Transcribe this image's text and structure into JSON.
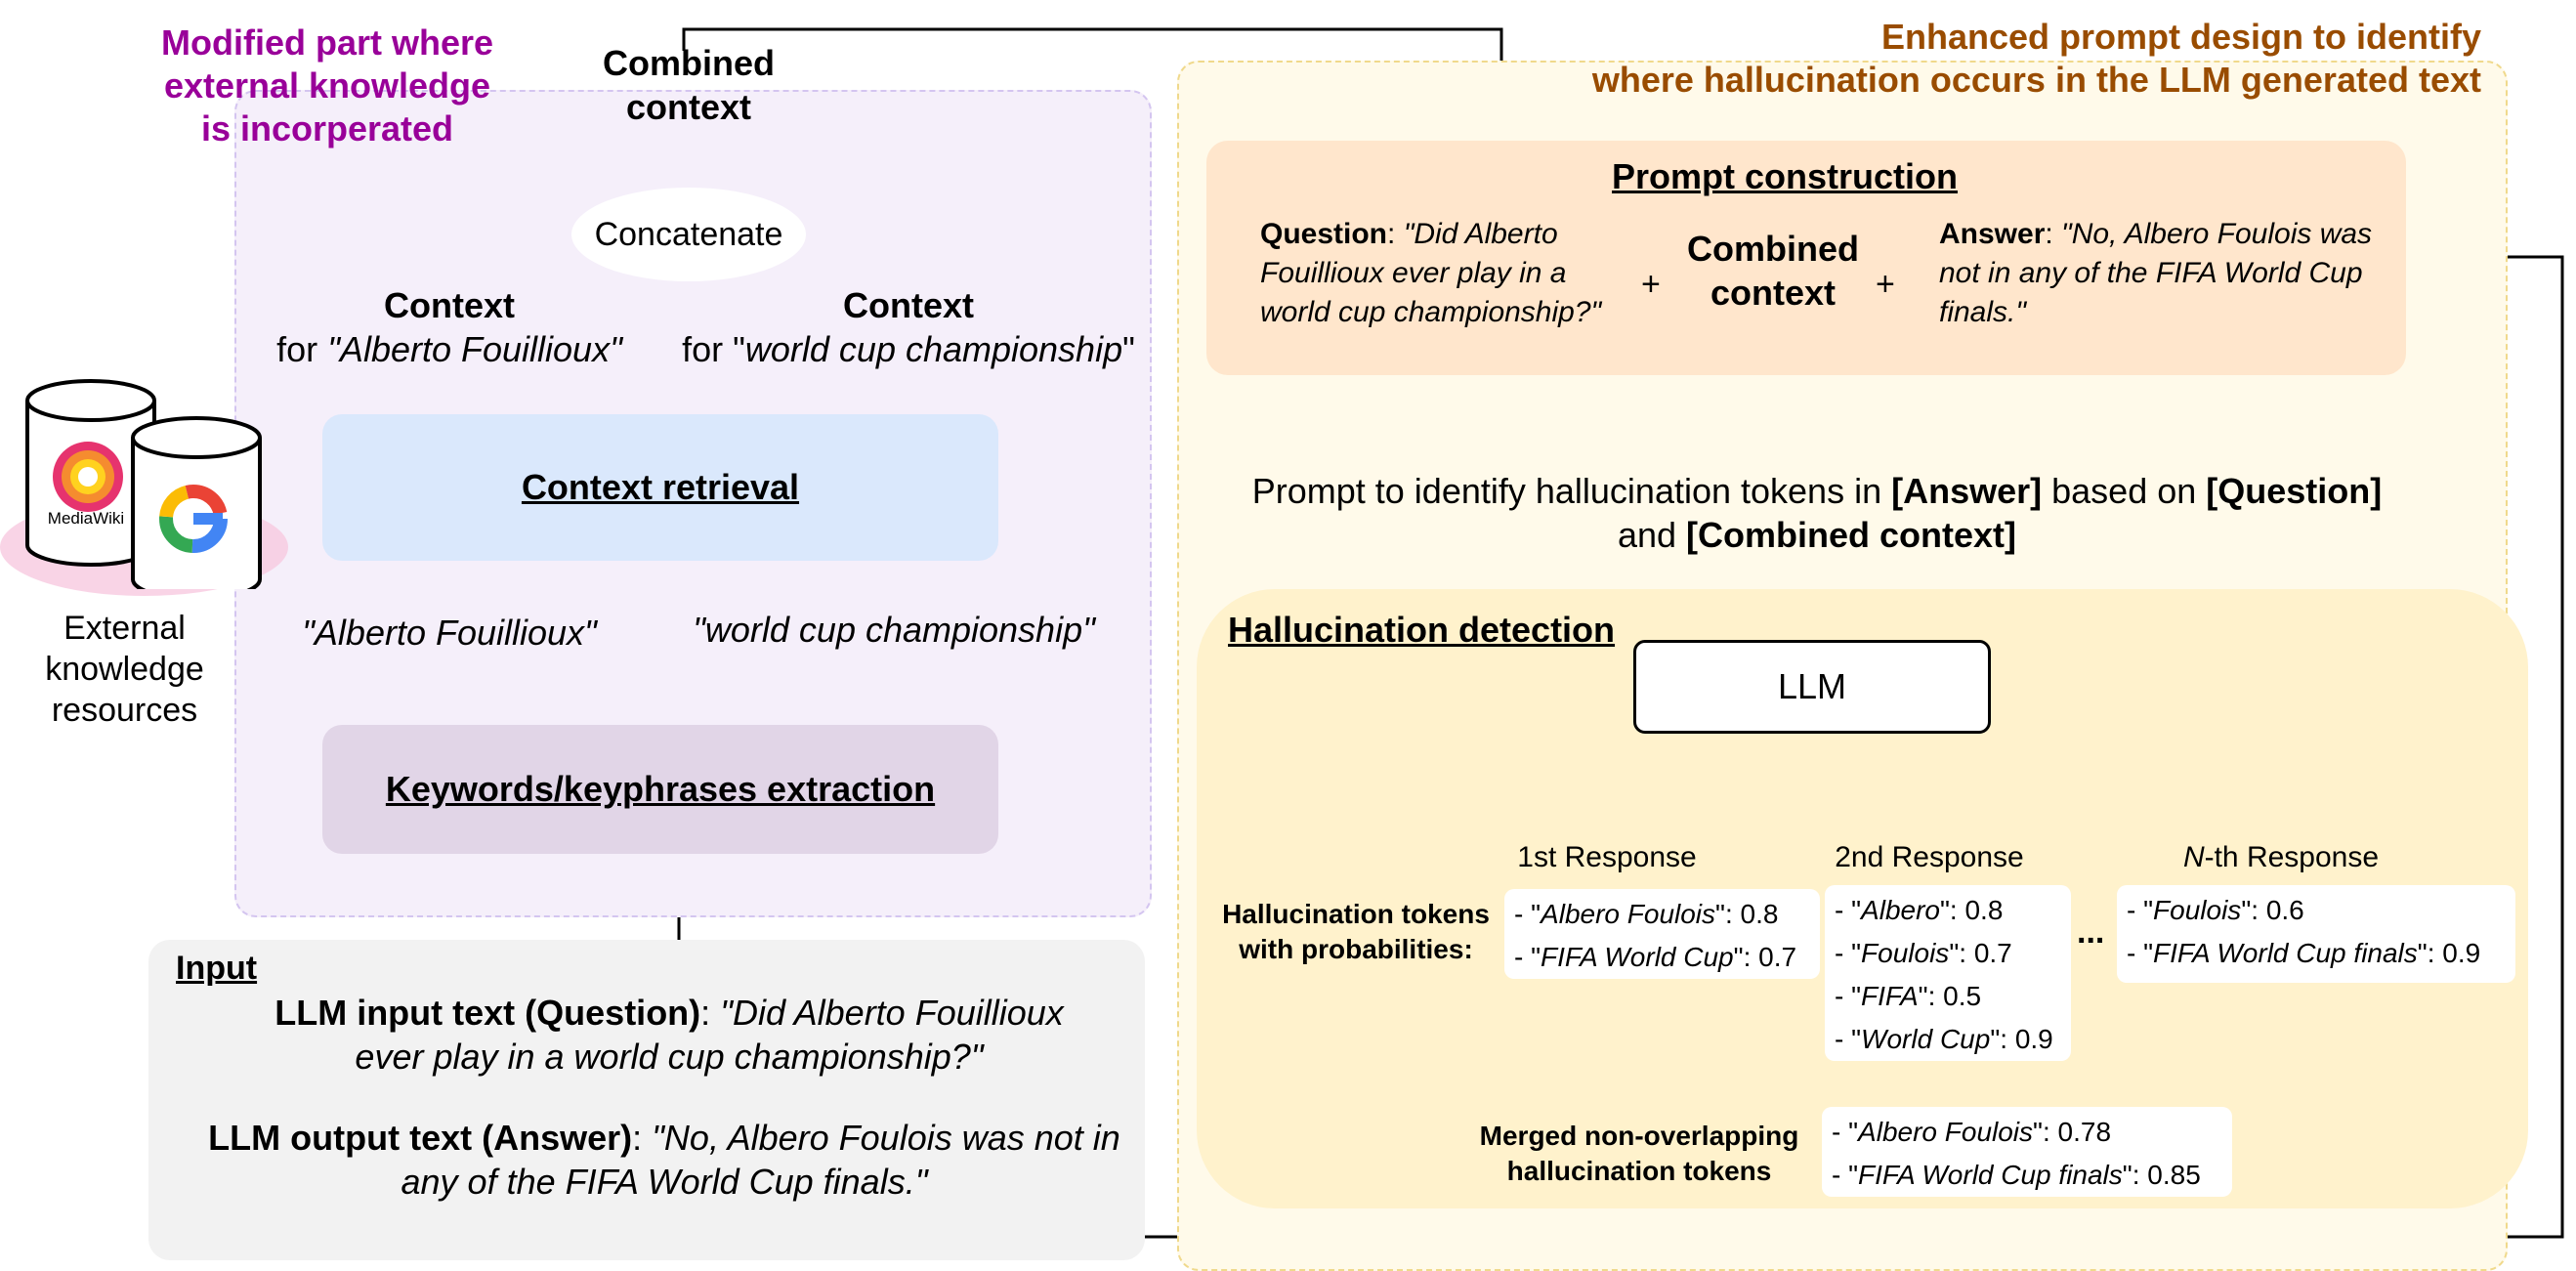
{
  "left_title": "Modified part where external knowledge is incorperated",
  "right_title_line1": "Enhanced prompt design to identify",
  "right_title_line2": "where hallucination occurs in the LLM generated text",
  "combined_context": "Combined context",
  "concatenate": "Concatenate",
  "context_label": "Context",
  "ctx1_for": "for ",
  "ctx1_term": "\"Alberto Fouillioux\"",
  "ctx2_for": "for \"",
  "ctx2_term": "world cup championship",
  "ctx2_close": "\"",
  "context_retrieval": "Context retrieval",
  "kw1": "\"Alberto Fouillioux\"",
  "kw2": "\"world cup championship\"",
  "keywords_extraction": "Keywords/keyphrases extraction",
  "external_resources": "External knowledge resources",
  "mediawiki_label": "MediaWiki",
  "google_letter": "G",
  "input": {
    "heading": "Input",
    "question_label": "LLM input text (Question)",
    "question_text": "\"Did Alberto Fouillioux ever play in a world cup championship?\"",
    "answer_label": "LLM output text (Answer)",
    "answer_text": "\"No, Albero Foulois was not in any of the FIFA World Cup finals.\""
  },
  "prompt_construction": {
    "heading": "Prompt construction",
    "question_label": "Question",
    "question_text": "\"Did Alberto Fouillioux ever play in a world cup championship?\"",
    "plus": "+",
    "combined": "Combined context",
    "answer_label": "Answer",
    "answer_text": "\"No, Albero Foulois was not in any of the FIFA World Cup finals.\""
  },
  "prompt_identify": {
    "p1": "Prompt to identify hallucination tokens in ",
    "b1": "[Answer]",
    "p2": " based on ",
    "b2": "[Question]",
    "p3": "and ",
    "b3": "[Combined context]"
  },
  "detection": {
    "heading": "Hallucination detection",
    "llm": "LLM",
    "tokens_label": "Hallucination tokens with probabilities:",
    "ellipsis": "...",
    "merged_label": "Merged non-overlapping hallucination tokens",
    "responses": [
      {
        "title_prefix": "",
        "title_em": "",
        "title": "1st Response",
        "tokens": [
          {
            "term": "Albero Foulois",
            "prob": "0.8"
          },
          {
            "term": "FIFA World Cup",
            "prob": "0.7"
          }
        ]
      },
      {
        "title_prefix": "",
        "title_em": "",
        "title": "2nd Response",
        "tokens": [
          {
            "term": "Albero",
            "prob": "0.8"
          },
          {
            "term": "Foulois",
            "prob": "0.7"
          },
          {
            "term": "FIFA",
            "prob": "0.5"
          },
          {
            "term": "World Cup",
            "prob": "0.9"
          }
        ]
      },
      {
        "title_prefix": "",
        "title_em": "N",
        "title": "-th Response",
        "tokens": [
          {
            "term": "Foulois",
            "prob": "0.6"
          },
          {
            "term": "FIFA World Cup finals",
            "prob": "0.9"
          }
        ]
      }
    ],
    "merged": [
      {
        "term": "Albero Foulois",
        "prob": "0.78"
      },
      {
        "term": "FIFA World Cup finals",
        "prob": "0.85"
      }
    ]
  },
  "colors": {
    "purple_region": "#f5effa",
    "orange_region": "#fffaea",
    "context_retrieval": "#dae8fc",
    "keywords": "#e1d5e7",
    "input_box": "#f2f2f2",
    "prompt_box": "#ffe6cc",
    "detection_box": "#fff2cc",
    "purple_text": "#990099",
    "brown_text": "#994c00"
  }
}
